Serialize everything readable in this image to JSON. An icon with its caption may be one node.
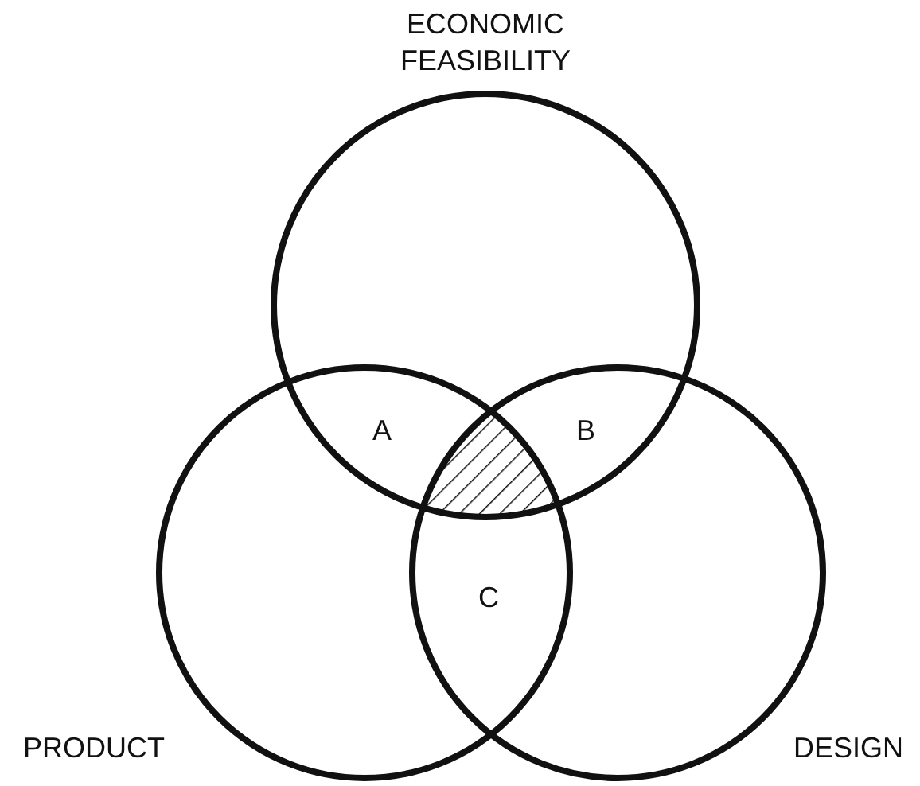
{
  "diagram": {
    "nodes": [
      {
        "text": [
          "ECONOMIC FEASIBILITY"
        ]
      },
      {
        "text": [
          "PRODUCT"
        ]
      },
      {
        "text": [
          "DESIGN"
        ]
      }
    ],
    "edges": [],
    "labels": [
      "A",
      "B",
      "C"
    ]
  }
}
